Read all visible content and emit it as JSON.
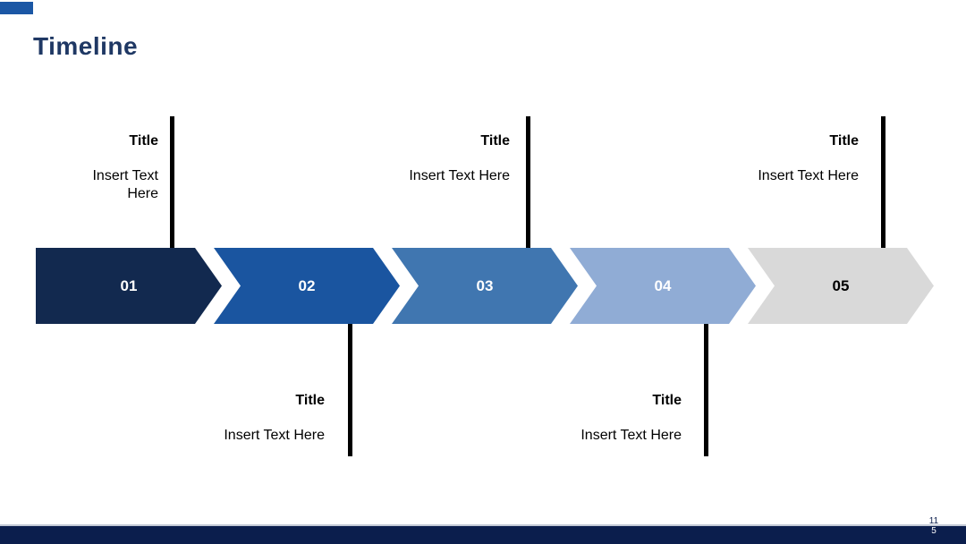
{
  "slide": {
    "title": "Timeline",
    "title_color": "#1F3864",
    "background_color": "#FFFFFF",
    "accent_bar_color": "#1B57A5"
  },
  "timeline": {
    "steps": [
      {
        "number": "01",
        "color": "#12294F",
        "text_color": "#FFFFFF"
      },
      {
        "number": "02",
        "color": "#1A55A0",
        "text_color": "#FFFFFF"
      },
      {
        "number": "03",
        "color": "#4076B0",
        "text_color": "#FFFFFF"
      },
      {
        "number": "04",
        "color": "#90ACD5",
        "text_color": "#FFFFFF"
      },
      {
        "number": "05",
        "color": "#D9D9D9",
        "text_color": "#000000"
      }
    ],
    "connector_color": "#000000"
  },
  "callouts": {
    "top": [
      {
        "title": "Title",
        "body": "Insert Text Here"
      },
      {
        "title": "Title",
        "body": "Insert Text Here"
      },
      {
        "title": "Title",
        "body": "Insert Text Here"
      }
    ],
    "bottom": [
      {
        "title": "Title",
        "body": "Insert Text Here"
      },
      {
        "title": "Title",
        "body": "Insert Text Here"
      }
    ]
  },
  "footer": {
    "bar_color": "#0B1E4D",
    "slide_number_top": "11",
    "slide_number_bottom": "5"
  }
}
